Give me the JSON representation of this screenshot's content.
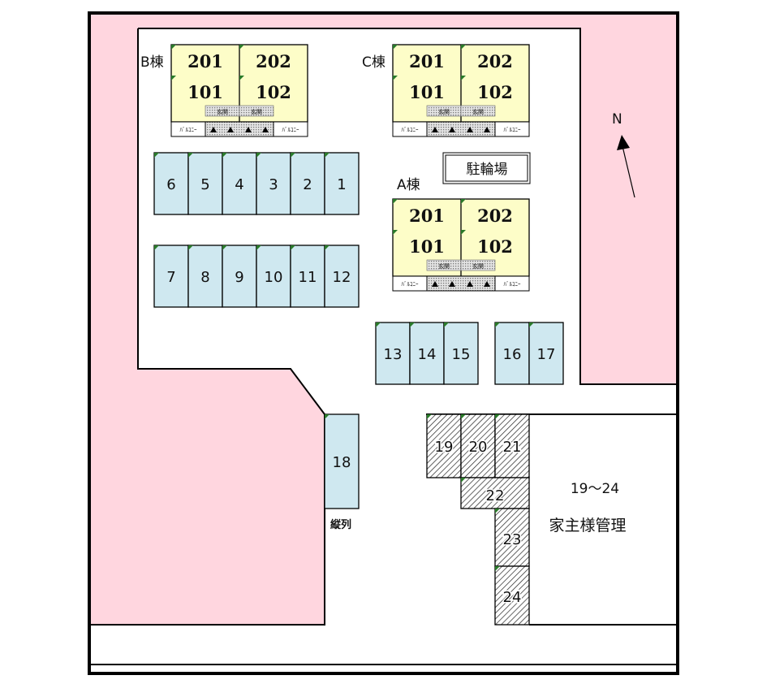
{
  "colors": {
    "pink": "#ffd6df",
    "unit_fill": "#fdfdc8",
    "lot_fill": "#cfe8f0",
    "outline": "#000000",
    "corner_mark": "#2a7a2a"
  },
  "buildings": {
    "b": {
      "label": "B棟",
      "upper": [
        "201",
        "202"
      ],
      "lower": [
        "101",
        "102"
      ]
    },
    "c": {
      "label": "C棟",
      "upper": [
        "201",
        "202"
      ],
      "lower": [
        "101",
        "102"
      ]
    },
    "a": {
      "label": "A棟",
      "upper": [
        "201",
        "202"
      ],
      "lower": [
        "101",
        "102"
      ]
    }
  },
  "door_label": "玄関",
  "balcony_label": "ﾊﾞﾙｺﾆｰ",
  "bicycle_parking": "駐輪場",
  "compass": "N",
  "parking": {
    "row1": [
      "6",
      "5",
      "4",
      "3",
      "2",
      "1"
    ],
    "row2": [
      "7",
      "8",
      "9",
      "10",
      "11",
      "12"
    ],
    "row3a": [
      "13",
      "14",
      "15"
    ],
    "row3b": [
      "16",
      "17"
    ],
    "lot18": "18",
    "lot18_note": "縦列",
    "owner_lots": [
      "19",
      "20",
      "21",
      "22",
      "23",
      "24"
    ]
  },
  "owner_managed": {
    "range": "19～24",
    "text": "家主様管理"
  }
}
